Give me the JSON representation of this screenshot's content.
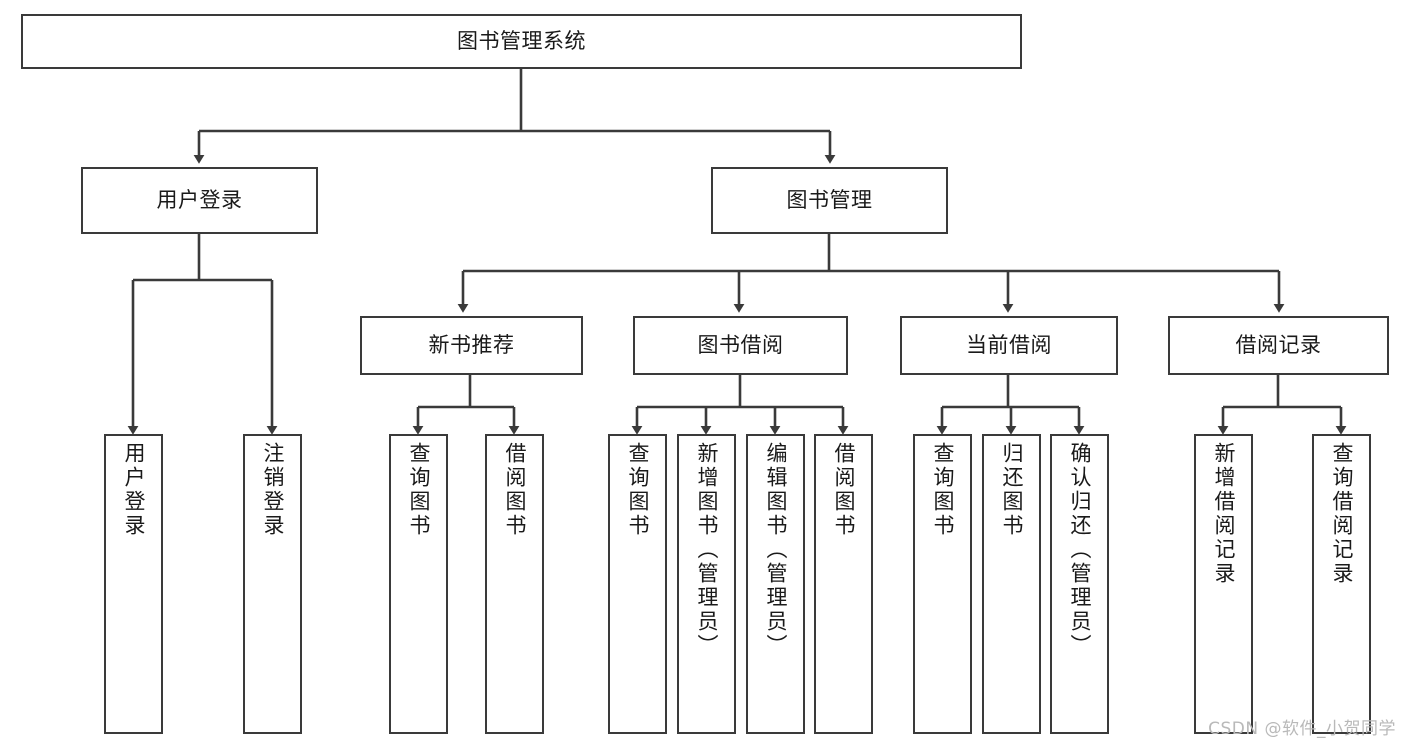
{
  "diagram": {
    "title": "图书管理系统",
    "type": "tree-hierarchy",
    "watermark": "CSDN @软件_小贺同学",
    "colors": {
      "border": "#3a3a3a",
      "background": "#ffffff",
      "text": "#1a1a1a",
      "watermark": "#b9b9b9"
    },
    "nodes": {
      "root": "图书管理系统",
      "level2": [
        {
          "id": "user-login",
          "label": "用户登录"
        },
        {
          "id": "book-manage",
          "label": "图书管理"
        }
      ],
      "level3": [
        {
          "id": "new-book-recommend",
          "label": "新书推荐"
        },
        {
          "id": "book-borrow",
          "label": "图书借阅"
        },
        {
          "id": "current-borrow",
          "label": "当前借阅"
        },
        {
          "id": "borrow-record",
          "label": "借阅记录"
        }
      ],
      "leaves": {
        "user_login": [
          {
            "id": "leaf-user-login",
            "label": "用户登录"
          },
          {
            "id": "leaf-logout-login",
            "label": "注销登录"
          }
        ],
        "new_book_recommend": [
          {
            "id": "leaf-query-book-1",
            "label": "查询图书"
          },
          {
            "id": "leaf-borrow-book-1",
            "label": "借阅图书"
          }
        ],
        "book_borrow": [
          {
            "id": "leaf-query-book-2",
            "label": "查询图书"
          },
          {
            "id": "leaf-add-book",
            "label": "新增图书（管理员）"
          },
          {
            "id": "leaf-edit-book",
            "label": "编辑图书（管理员）"
          },
          {
            "id": "leaf-borrow-book-2",
            "label": "借阅图书"
          }
        ],
        "current_borrow": [
          {
            "id": "leaf-query-book-3",
            "label": "查询图书"
          },
          {
            "id": "leaf-return-book",
            "label": "归还图书"
          },
          {
            "id": "leaf-confirm-return",
            "label": "确认归还（管理员）"
          }
        ],
        "borrow_record": [
          {
            "id": "leaf-add-record",
            "label": "新增借阅记录"
          },
          {
            "id": "leaf-query-record",
            "label": "查询借阅记录"
          }
        ]
      }
    }
  }
}
